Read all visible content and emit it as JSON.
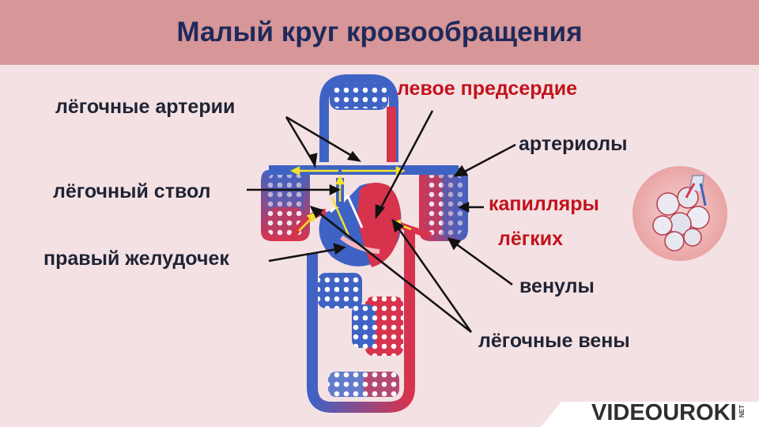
{
  "title": "Малый круг кровообращения",
  "labels": {
    "pulmonary_arteries": "лёгочные артерии",
    "left_atrium": "левое предсердие",
    "arterioles": "артериолы",
    "pulmonary_trunk": "лёгочный ствол",
    "capillaries_line1": "капилляры",
    "capillaries_line2": "лёгких",
    "right_ventricle": "правый желудочек",
    "venules": "венулы",
    "pulmonary_veins": "лёгочные вены"
  },
  "logo": {
    "text": "VIDEOUROKI",
    "suffix": "NET"
  },
  "colors": {
    "header": "#d79698",
    "background": "#f4e1e3",
    "title": "#1e2a5a",
    "venous_blue": "#3f63c4",
    "arterial_red": "#d8334d",
    "label_red": "#c2131d",
    "flow_arrow": "#f5e22a"
  }
}
